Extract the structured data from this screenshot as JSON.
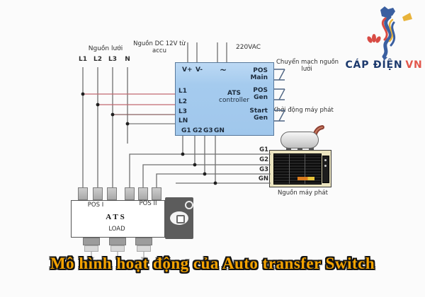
{
  "title": {
    "text": "Mô hình hoạt động của Auto transfer Switch",
    "color": "#f5a300"
  },
  "logo": {
    "brand": "CÁP ĐIỆN",
    "brand_suffix": "VN",
    "navy": "#1d3a6e",
    "red": "#e2574c"
  },
  "grid_source": {
    "label": "Nguồn lưới",
    "lines": [
      "L1",
      "L2",
      "L3",
      "N"
    ]
  },
  "dc_source": {
    "line1": "Nguồn DC 12V từ",
    "line2": "accu"
  },
  "ac_source": {
    "label": "220VAC"
  },
  "controller": {
    "title_line1": "ATS",
    "title_line2": "controller",
    "top_terminals": [
      "V+",
      "V-",
      "~"
    ],
    "left_terminals": [
      "L1",
      "L2",
      "L3",
      "LN"
    ],
    "bottom_terminals": [
      "G1",
      "G2",
      "G3",
      "GN"
    ],
    "outputs": [
      {
        "line1": "POS",
        "line2": "Main"
      },
      {
        "line1": "POS",
        "line2": "Gen"
      },
      {
        "line1": "Start",
        "line2": "Gen"
      }
    ]
  },
  "annotations": {
    "output_main_line1": "Chuyển mạch nguồn",
    "output_main_line2": "lưới",
    "start_gen": "Khởi động máy phát",
    "generator": "Nguồn máy phát"
  },
  "generator_lines": [
    "G1",
    "G2",
    "G3",
    "GN"
  ],
  "transfer_switch": {
    "pos1": "POS I",
    "pos2": "POS II",
    "name": "ATS",
    "load": "LOAD"
  },
  "colors": {
    "wire": "#6f6f6f",
    "wire_live": "#c1686f",
    "wire_l3": "#8a5f5f",
    "controller_fill": "#a5cbee",
    "generator_frame": "#ece5c0"
  }
}
